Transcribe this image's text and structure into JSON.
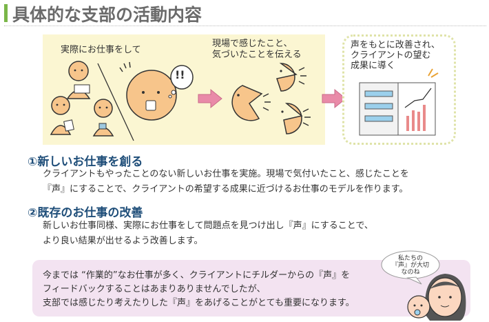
{
  "header": {
    "title": "具体的な支部の活動内容"
  },
  "diagram": {
    "caption_work": "実際にお仕事をして",
    "caption_feedback": [
      "現場で感じたこと、",
      "気づいたことを伝える"
    ],
    "caption_result": [
      "声をもとに改善され、",
      "クライアントの望む",
      "成果に導く"
    ],
    "exclaim": "!!"
  },
  "sections": [
    {
      "heading": "①新しいお仕事を創る",
      "lines": [
        "クライアントもやったことのない新しいお仕事を実施。現場で気付いたこと、感じたことを",
        "『声』にすることで、クライアントの希望する成果に近づけるお仕事のモデルを作ります。"
      ]
    },
    {
      "heading": "②既存のお仕事の改善",
      "lines": [
        "新しいお仕事同様、実際にお仕事をして問題点を見つけ出し『声』にすることで、",
        "より良い結果が出せるよう改善します。"
      ]
    }
  ],
  "note": {
    "lines": [
      "今までは “作業的”なお仕事が多く、クライアントにチルダーからの『声』を",
      "フィードバックすることはあまりありませんでしたが、",
      "支部では感じたり考えたりした『声』をあげることがとても重要になります。"
    ],
    "bubble": [
      "私たちの",
      "『声』が大切",
      "なのね"
    ]
  },
  "colors": {
    "accent_green": "#7ab648",
    "heading_blue": "#1f4e79",
    "panel_yellow": "#fbf6d2",
    "note_pink": "#f3e3f1",
    "arrow_pink": "#e98aa8",
    "face_orange": "#f7c58b"
  }
}
